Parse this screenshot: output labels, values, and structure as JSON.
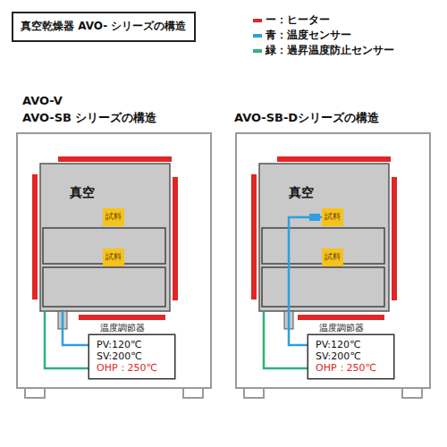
{
  "diagram": {
    "nodes": [
      {
        "text": [
          "真空乾燥器 AVO- シリーズの構造"
        ]
      },
      {
        "text": [
          "AVO-V",
          "AVO-SB シリーズの構造"
        ]
      },
      {
        "text": [
          "真空"
        ],
        "in": 1
      },
      {
        "text": [
          "試料"
        ],
        "in": 2
      },
      {
        "text": [
          "試料"
        ],
        "in": 2
      },
      {
        "text": [
          "温度調節器",
          "PV:120℃",
          "SV:200℃",
          "OHP：250℃"
        ],
        "in": 1
      },
      {
        "text": [
          "AVO-SB-Dシリーズの構造"
        ]
      },
      {
        "text": [
          "真空"
        ],
        "in": 6
      },
      {
        "text": [
          "試料"
        ],
        "in": 7
      },
      {
        "text": [
          "試料"
        ],
        "in": 7
      },
      {
        "text": [
          "温度調節器",
          "PV:120℃",
          "SV:200℃",
          "OHP：250℃"
        ],
        "in": 6
      }
    ],
    "edges": [
      {
        "from": 2,
        "to": 5,
        "arrow": "none"
      },
      {
        "from": 2,
        "to": 5,
        "arrow": "none"
      },
      {
        "from": 8,
        "to": 10,
        "arrow": "none"
      },
      {
        "from": 7,
        "to": 10,
        "arrow": "none"
      }
    ],
    "legend": [
      {
        "text": "ー：ヒーター",
        "color": "#e02626"
      },
      {
        "text": "青：温度センサー",
        "color": "#2f9fe0"
      },
      {
        "text": "緑：過昇温度防止センサー",
        "color": "#2fb27a"
      }
    ]
  }
}
